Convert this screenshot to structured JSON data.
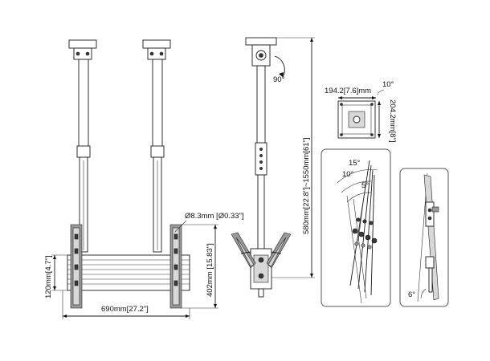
{
  "labels": {
    "hole_diameter": "Ø8.3mm [Ø0.33\"]",
    "height_120": "120mm[4.7\"]",
    "height_402": "402mm [15.83\"]",
    "width_690": "690mm[27.2\"]",
    "rotation": "90°",
    "drop_range": "580mm[22.8\"]~1550mm[61\"]",
    "plate_width": "194.2[7.6]mm",
    "plate_height": "204.2mm[8\"]",
    "plate_tilt": "10°",
    "tilt_15": "15°",
    "tilt_10": "10°",
    "tilt_5": "5°",
    "tilt_6": "6°"
  }
}
